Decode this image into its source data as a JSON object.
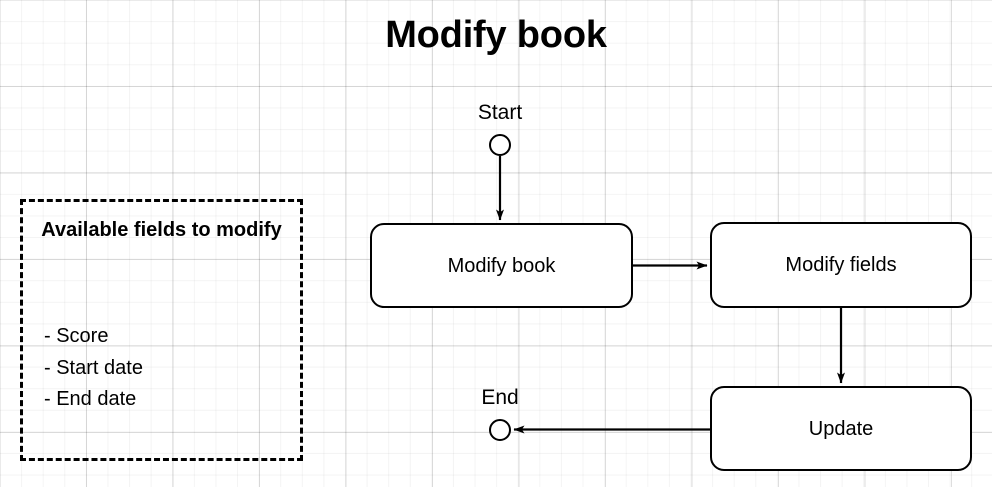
{
  "diagram": {
    "title": "Modify book",
    "legend": {
      "heading": "Available fields to modify",
      "items": [
        {
          "label": "- Score"
        },
        {
          "label": "- Start date"
        },
        {
          "label": "- End date"
        }
      ]
    },
    "terminators": {
      "start_label": "Start",
      "end_label": "End"
    },
    "nodes": [
      {
        "id": "modify-book",
        "label": "Modify book"
      },
      {
        "id": "modify-fields",
        "label": "Modify fields"
      },
      {
        "id": "update",
        "label": "Update"
      }
    ],
    "colors": {
      "stroke": "#000000",
      "fill": "#ffffff",
      "grid_minor": "#f0f0f0",
      "grid_major": "#dddddd"
    }
  }
}
